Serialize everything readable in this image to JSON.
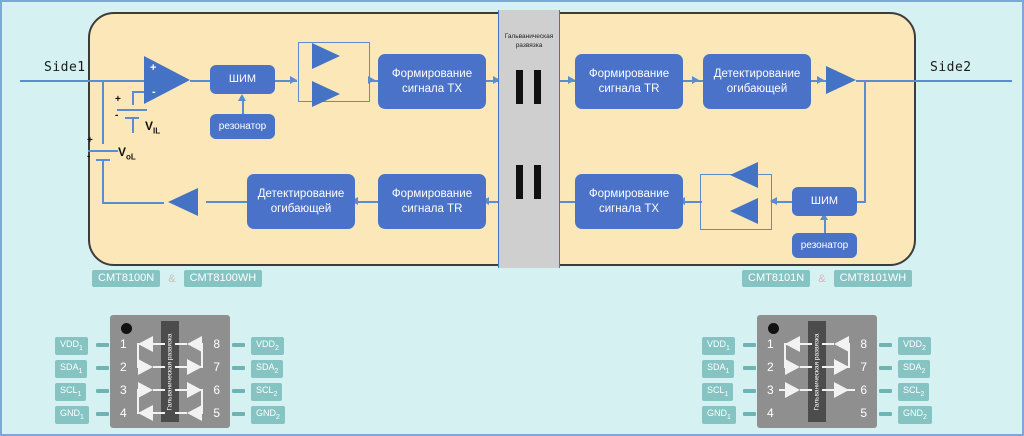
{
  "diagram": {
    "title": "Galvanic isolation block diagram",
    "side1_label": "Side1",
    "side2_label": "Side2",
    "barrier_label_line1": "Гальваническая",
    "barrier_label_line2": "развязка",
    "voltage_sources": [
      {
        "name": "V_IL",
        "base": "V",
        "sub": "IL",
        "plus": "+",
        "minus": "-"
      },
      {
        "name": "V_oL",
        "base": "V",
        "sub": "oL",
        "plus": "+",
        "minus": "-"
      }
    ],
    "opamp": {
      "plus": "+",
      "minus": "-"
    },
    "blocks": {
      "pwm_left": "ШИМ",
      "resonator_left": "резонатор",
      "tx_left": "Формирование\nсигнала TX",
      "tx_left_l1": "Формирование",
      "tx_left_l2": "сигнала TX",
      "tr_left_l1": "Формирование",
      "tr_left_l2": "сигнала TR",
      "env_left_l1": "Детектирование",
      "env_left_l2": "огибающей",
      "tr_right_l1": "Формирование",
      "tr_right_l2": "сигнала TR",
      "env_right_l1": "Детектирование",
      "env_right_l2": "огибающей",
      "tx_right_l1": "Формирование",
      "tx_right_l2": "сигнала TX",
      "pwm_right": "ШИМ",
      "resonator_right": "резонатор"
    },
    "part_tags": {
      "left": {
        "a": "CMT8100N",
        "amp": "&",
        "b": "CMT8100WH"
      },
      "right": {
        "a": "CMT8101N",
        "amp": "&",
        "b": "CMT8101WH"
      }
    },
    "colors": {
      "page_background": "#d6f1f2",
      "page_border": "#7ba7d9",
      "chip_fill": "#fce7b9",
      "chip_border": "#3c3c3c",
      "block_fill": "#4a72c8",
      "wire": "#5b8bd0",
      "triangle": "#4472c4",
      "barrier_fill": "#cfcfcf",
      "capacitor": "#111111",
      "tag_fill": "#86c3c3",
      "package_fill": "#8f8f8f",
      "package_iso": "#4c4c4c",
      "lead": "#6fb3b3"
    }
  },
  "packages": [
    {
      "id": "left-package",
      "iso_label": "Гальваническая развязка",
      "left_pins": [
        {
          "num": "1",
          "base": "VDD",
          "sub": "1",
          "dir": "in"
        },
        {
          "num": "2",
          "base": "SDA",
          "sub": "1",
          "dir": "out"
        },
        {
          "num": "3",
          "base": "SCL",
          "sub": "1",
          "dir": "out"
        },
        {
          "num": "4",
          "base": "GND",
          "sub": "1",
          "dir": "in"
        }
      ],
      "right_pins": [
        {
          "num": "8",
          "base": "VDD",
          "sub": "2",
          "dir": "in"
        },
        {
          "num": "7",
          "base": "SDA",
          "sub": "2",
          "dir": "out"
        },
        {
          "num": "6",
          "base": "SCL",
          "sub": "2",
          "dir": "out"
        },
        {
          "num": "5",
          "base": "GND",
          "sub": "2",
          "dir": "in"
        }
      ]
    },
    {
      "id": "right-package",
      "iso_label": "Гальваническая развязка",
      "left_pins": [
        {
          "num": "1",
          "base": "VDD",
          "sub": "1",
          "dir": "in"
        },
        {
          "num": "2",
          "base": "SDA",
          "sub": "1",
          "dir": "out"
        },
        {
          "num": "3",
          "base": "SCL",
          "sub": "1",
          "dir": "out"
        },
        {
          "num": "4",
          "base": "GND",
          "sub": "1",
          "dir": "none"
        }
      ],
      "right_pins": [
        {
          "num": "8",
          "base": "VDD",
          "sub": "2",
          "dir": "in"
        },
        {
          "num": "7",
          "base": "SDA",
          "sub": "2",
          "dir": "out"
        },
        {
          "num": "6",
          "base": "SCL",
          "sub": "2",
          "dir": "out"
        },
        {
          "num": "5",
          "base": "GND",
          "sub": "2",
          "dir": "none"
        }
      ]
    }
  ]
}
